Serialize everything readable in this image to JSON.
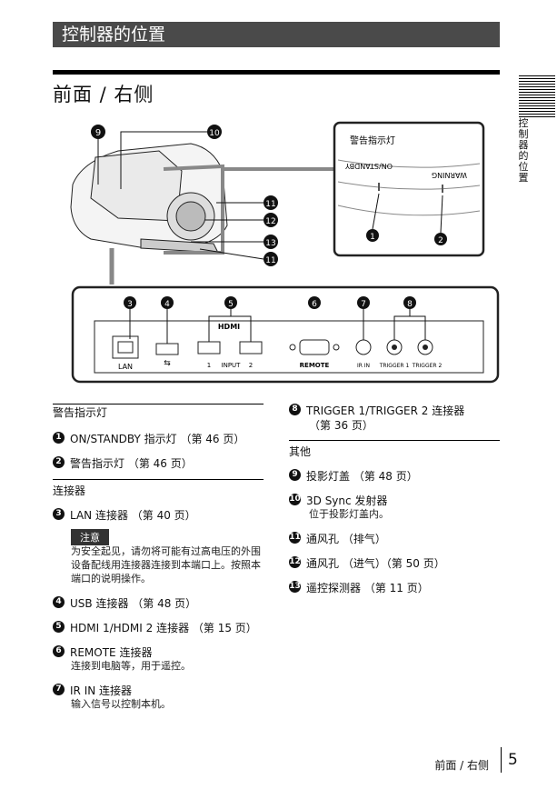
{
  "header": {
    "banner": "控制器的位置",
    "heading": "前面 / 右侧",
    "side_tab": "控制器的位置"
  },
  "figure": {
    "callouts": [
      "9",
      "10",
      "11",
      "12",
      "13",
      "11"
    ],
    "inset_title": "警告指示灯",
    "inset_labels": [
      "ON/STANDBY",
      "WARNING"
    ],
    "inset_callouts": [
      "1",
      "2"
    ],
    "panel_callouts": [
      "3",
      "4",
      "5",
      "6",
      "7",
      "8"
    ],
    "panel_labels": {
      "lan": "LAN",
      "input": "INPUT",
      "input_1": "1",
      "input_2": "2",
      "hdmi_logo": "HDMI",
      "remote": "REMOTE",
      "ir_in": "IR IN",
      "trigger1": "TRIGGER 1",
      "trigger2": "TRIGGER 2"
    }
  },
  "left": {
    "sec1": "警告指示灯",
    "items1": [
      {
        "n": "1",
        "t": "ON/STANDBY 指示灯 （第 46 页）"
      },
      {
        "n": "2",
        "t": "警告指示灯 （第 46 页）"
      }
    ],
    "sec2": "连接器",
    "item3": {
      "n": "3",
      "t": "LAN 连接器 （第 40 页）"
    },
    "note_label": "注意",
    "note_text": "为安全起见，请勿将可能有过高电压的外围设备配线用连接器连接到本端口上。按照本端口的说明操作。",
    "item4": {
      "n": "4",
      "t": "USB 连接器 （第 48 页）"
    },
    "item5": {
      "n": "5",
      "t": "HDMI 1/HDMI 2 连接器 （第 15 页）"
    },
    "item6": {
      "n": "6",
      "t": "REMOTE 连接器",
      "s": "连接到电脑等，用于遥控。"
    },
    "item7": {
      "n": "7",
      "t": "IR IN 连接器",
      "s": "输入信号以控制本机。"
    }
  },
  "right": {
    "item8": {
      "n": "8",
      "t": "TRIGGER 1/TRIGGER 2 连接器",
      "t2": "（第 36 页）"
    },
    "sec": "其他",
    "item9": {
      "n": "9",
      "t": "投影灯盖 （第 48 页）"
    },
    "item10": {
      "n": "10",
      "t": "3D Sync 发射器",
      "s": "位于投影灯盖内。"
    },
    "item11": {
      "n": "11",
      "t": "通风孔 （排气）"
    },
    "item12": {
      "n": "12",
      "t": "通风孔 （进气）（第 50 页）"
    },
    "item13": {
      "n": "13",
      "t": "遥控探测器 （第 11 页）"
    }
  },
  "footer": {
    "text": "前面 / 右侧",
    "page": "5"
  }
}
